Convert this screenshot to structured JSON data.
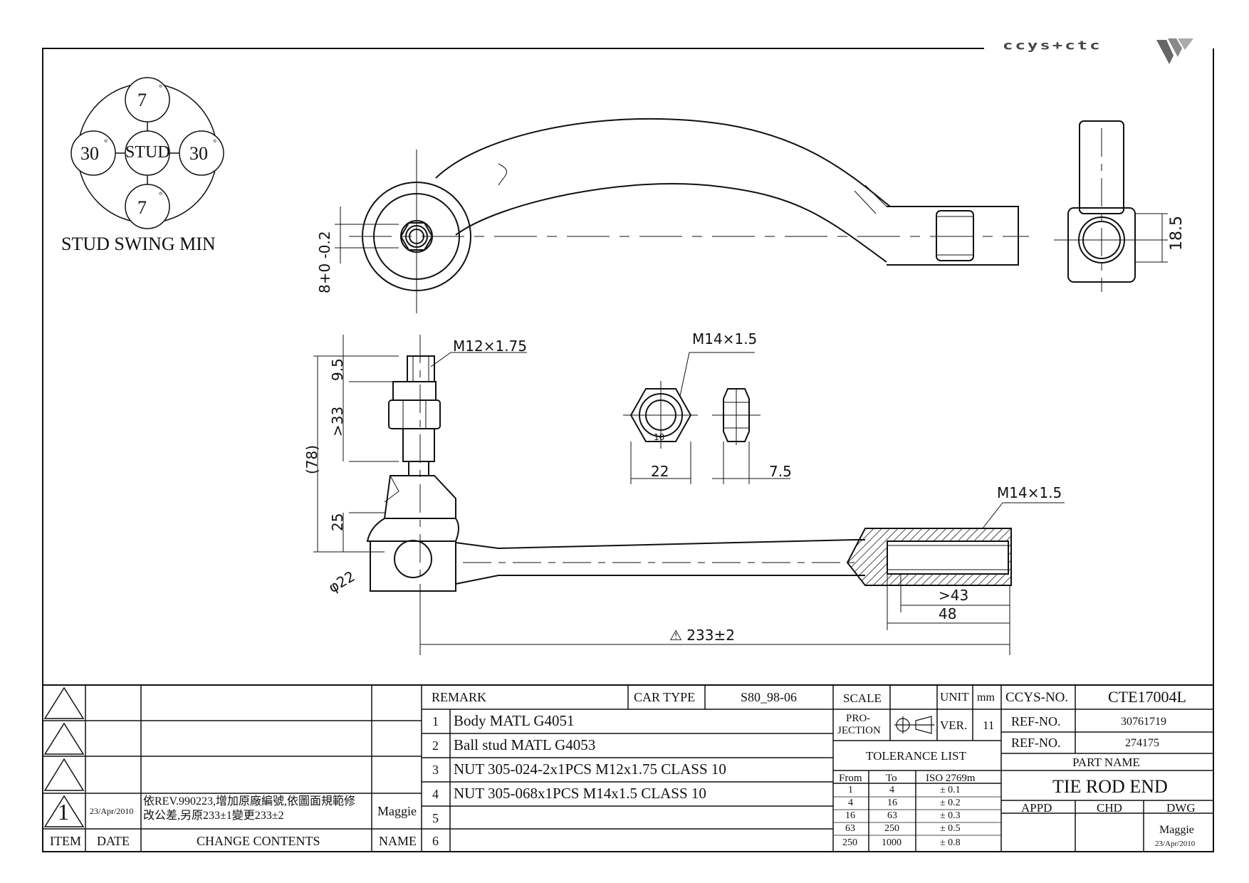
{
  "logo": {
    "text": "ccys+ctc"
  },
  "swing": {
    "top": "7",
    "bottom": "7",
    "left": "30",
    "right": "30",
    "center": "STUD",
    "deg": "°",
    "caption": "STUD SWING MIN"
  },
  "dims": {
    "top_height": "8+0 -0.2",
    "side_height": "18.5",
    "stud_thread": "M12×1.75",
    "nut_thread": "M14×1.5",
    "nut_center": "10",
    "nut_width": "22",
    "nut_thickness": "7.5",
    "tube_thread": "M14×1.5",
    "d_95": "9.5",
    "d_33": ">33",
    "d_78": "(78)",
    "d_25": "25",
    "d_phi22": "φ22",
    "d_43": ">43",
    "d_48": "48",
    "d_total": "⚠ 233±2"
  },
  "revision": {
    "rows": [
      {
        "item": "",
        "date": "",
        "contents": "",
        "name": ""
      },
      {
        "item": "",
        "date": "",
        "contents": "",
        "name": ""
      },
      {
        "item": "",
        "date": "",
        "contents": "",
        "name": ""
      },
      {
        "item": "1",
        "date": "23/Apr/2010",
        "contents_line1": "依REV.990223,增加原廠編號,依圖面規範修",
        "contents_line2": "改公差,另原233±1變更233±2",
        "name": "Maggie"
      }
    ],
    "headers": {
      "item": "ITEM",
      "date": "DATE",
      "contents": "CHANGE CONTENTS",
      "name": "NAME"
    }
  },
  "remark": {
    "label": "REMARK",
    "car_type_label": "CAR TYPE",
    "car_type": "S80_98-06",
    "items": [
      {
        "n": "1",
        "text": "Body MATL G4051"
      },
      {
        "n": "2",
        "text": "Ball stud MATL G4053"
      },
      {
        "n": "3",
        "text": "NUT 305-024-2x1PCS M12x1.75 CLASS 10"
      },
      {
        "n": "4",
        "text": "NUT 305-068x1PCS M14x1.5 CLASS 10"
      },
      {
        "n": "5",
        "text": ""
      },
      {
        "n": "6",
        "text": ""
      }
    ]
  },
  "spec": {
    "scale_label": "SCALE",
    "unit_label": "UNIT",
    "unit": "mm",
    "projection_label1": "PRO-",
    "projection_label2": "JECTION",
    "ver_label": "VER.",
    "ver": "11",
    "tolerance_title": "TOLERANCE LIST",
    "tol_headers": [
      "From",
      "To",
      "ISO 2769m"
    ],
    "tolerances": [
      [
        "1",
        "4",
        "± 0.1"
      ],
      [
        "4",
        "16",
        "± 0.2"
      ],
      [
        "16",
        "63",
        "± 0.3"
      ],
      [
        "63",
        "250",
        "± 0.5"
      ],
      [
        "250",
        "1000",
        "± 0.8"
      ]
    ]
  },
  "part": {
    "ccys_no_label": "CCYS-NO.",
    "ccys_no": "CTE17004L",
    "ref1_label": "REF-NO.",
    "ref1": "30761719",
    "ref2_label": "REF-NO.",
    "ref2": "274175",
    "part_name_label": "PART NAME",
    "part_name": "TIE ROD END",
    "appd_label": "APPD",
    "chd_label": "CHD",
    "dwg_label": "DWG",
    "dwg_by": "Maggie",
    "dwg_date": "23/Apr/2010"
  }
}
